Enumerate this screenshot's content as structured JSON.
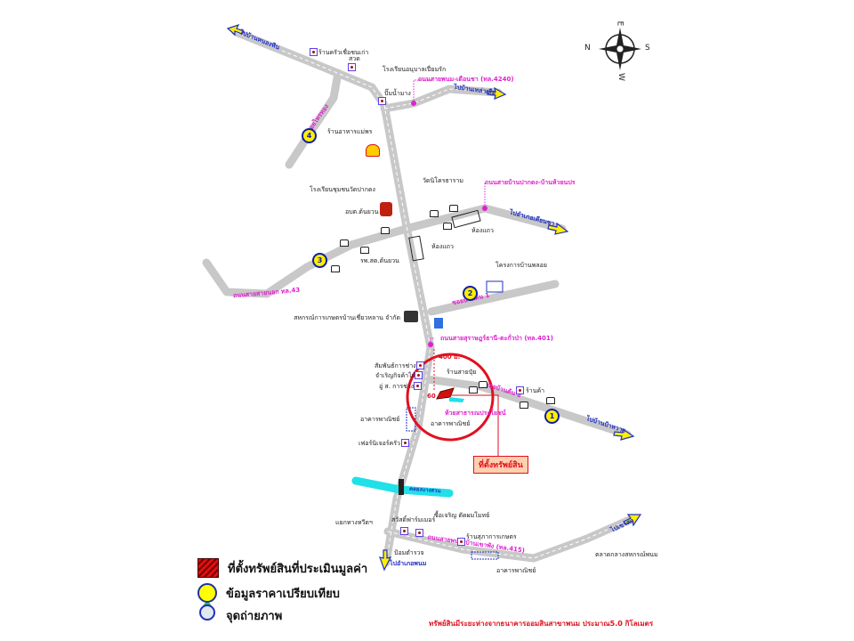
{
  "compass": {
    "n": "N",
    "s": "S",
    "e": "E",
    "w": "W"
  },
  "roads": {
    "to_ban_nong_hin": "ไปบ้านหนองหิน",
    "to_ban_lao": "ไปบ้านเหล่าเสือ",
    "road_4240": "ถนนสายพนม-เดือนชา (ทล.4240)",
    "road_pakdong": "ถนนสายบ้านปากดง-บ้านห้วยนปร",
    "to_kanchanadit": "ไปอำเภอเคียนซา",
    "road_43": "ถนนสายสายนอก ทล.43",
    "soi_1": "ซอยบ้านต้น 1",
    "road_401": "ถนนสายสุราษฎร์ธานี-ตะกั่วป่า (ทล.401)",
    "soi_2": "ซอยบ้านต้น 2",
    "to_ban_pru": "ไปบ้านป้าหวาย",
    "road_left4": "ซอยไทรทอง",
    "canal": "คลองบางสวน",
    "bottom_road": "ถนนสายพนม-บ้านเขาพัง (ทล.415)",
    "to_phanom": "ไปอำเภอพนม",
    "to_khao_sok": "ไปเขาสก",
    "dist_400": "400 ม.",
    "dist_60": "60 ม."
  },
  "places": {
    "p1": "ร้านครัวเชื่อชนเก่า",
    "p2": "สวด",
    "p3": "โรงเรียนอนุบาลเปี่ยมรัก",
    "p4": "ปั๊มน้ำมาง",
    "p5": "ร้านอาหารแม่พร",
    "p6": "วัดนิโครธาราม",
    "p7": "โรงเรียนชุมชนวัดปากดง",
    "p8": "อบต.ต้นยวน",
    "p9": "ห้องแถว",
    "p10": "ห้องแถว",
    "p11": "รพ.สต.ต้นยวน",
    "p12": "โครงการบ้านพลอย",
    "p13": "สหกรณ์การเกษตรบ้านเชี่ยวหลาน จำกัด",
    "p14": "ร้านสายปุ๋ย",
    "p15": "ร้านค้า",
    "p16": "สัมพันธ์การช่าง",
    "p17": "จำเริญกิจค้าไม้",
    "p18": "อู่ ส. การช่าง",
    "p19": "อาคารพาณิชย์",
    "p20": "อาคารพาณิชย์",
    "p21": "เฟอร์นิเจอร์ครัว",
    "p22": "ห้วยสาธารณประโยชน์",
    "p23": "แยกทางหวีดฯ",
    "p24": "สวัสดิ์ฟาร์มเมอร์",
    "p25": "ซื้อเจริญ ตัดผมโมทย์",
    "p26": "ร้านสุภาการเกษตร",
    "p27": "ป้อมตำรวจ",
    "p28": "อาคารพาณิชย์",
    "p29": "ตลาดกลางสหกรณ์พนม"
  },
  "markers": {
    "m1": "1",
    "m2": "2",
    "m3": "3",
    "m4": "4"
  },
  "property_label": "ที่ตั้งทรัพย์สิน",
  "legend": {
    "property": "ที่ตั้งทรัพย์สินที่ประเมินมูลค่า",
    "comparable": "ข้อมูลราคาเปรียบเทียบ",
    "photo": "จุดถ่ายภาพ"
  },
  "note": "ทรัพย์สินมีระยะห่างจากธนาคารออมสินสาขาพนม ประมาณ5.0 กิโลเมตร",
  "colors": {
    "road": "#c8c8c8",
    "accent": "#e020d0",
    "circle": "#e01020",
    "canal": "#20e0e8"
  }
}
